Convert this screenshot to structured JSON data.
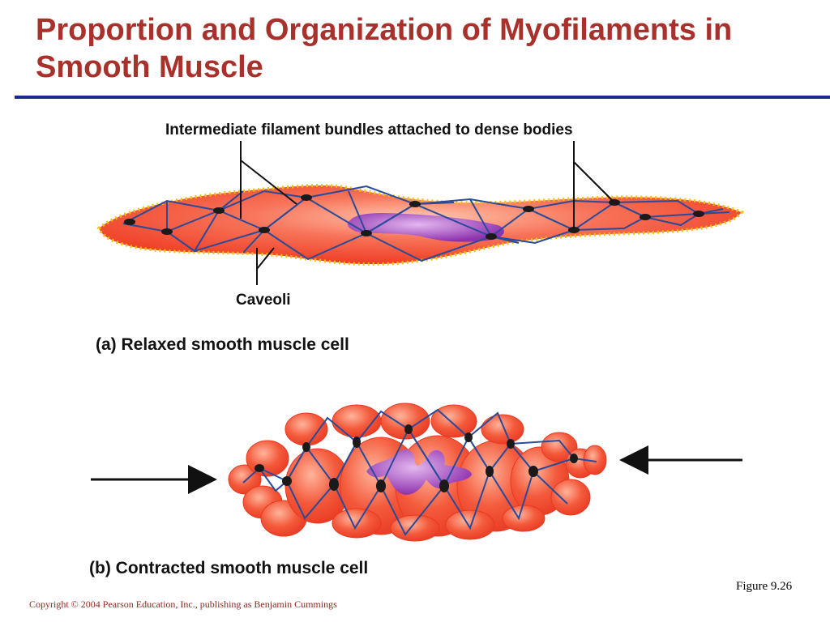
{
  "slide": {
    "title": "Proportion and Organization of Myofilaments in Smooth Muscle",
    "figure_ref": "Figure 9.26",
    "copyright": "Copyright © 2004 Pearson Education, Inc., publishing as Benjamin Cummings"
  },
  "diagram": {
    "label_filaments": "Intermediate filament bundles attached to dense bodies",
    "label_caveoli": "Caveoli",
    "caption_a": "(a) Relaxed smooth muscle cell",
    "caption_b": "(b) Contracted smooth muscle cell"
  },
  "colors": {
    "title": "#a9312b",
    "rule": "#1b2a8a",
    "cell_fill": "#f04a2e",
    "cell_highlight": "#ffc0a8",
    "filament": "#2a4a9a",
    "dense_body": "#1a1a1a",
    "nucleus": "#9a3fb4",
    "caveoli_dots": "#f2c200"
  }
}
